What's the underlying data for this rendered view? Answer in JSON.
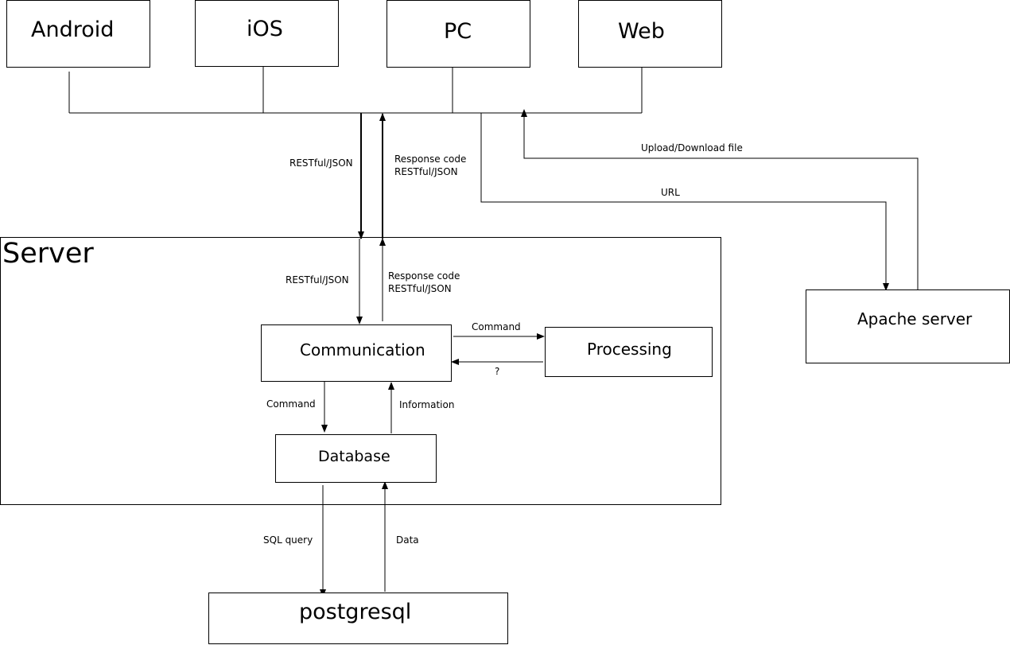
{
  "clients": [
    {
      "label": "Android"
    },
    {
      "label": "iOS"
    },
    {
      "label": "PC"
    },
    {
      "label": "Web"
    }
  ],
  "server": {
    "title": "Server",
    "communication": "Communication",
    "processing": "Processing",
    "database": "Database"
  },
  "external": {
    "apache": "Apache server",
    "postgresql": "postgresql"
  },
  "edges": {
    "restful_down": "RESTful/JSON",
    "response_up_1": "Response code",
    "response_up_2": "RESTful/JSON",
    "inner_restful_down": "RESTful/JSON",
    "inner_response_1": "Response code",
    "inner_response_2": "RESTful/JSON",
    "command_to_processing": "Command",
    "processing_return": "?",
    "command_to_db": "Command",
    "information": "Information",
    "sql_query": "SQL query",
    "data": "Data",
    "upload_download": "Upload/Download file",
    "url": "URL"
  },
  "colors": {
    "line": "#000000",
    "background": "#ffffff"
  }
}
